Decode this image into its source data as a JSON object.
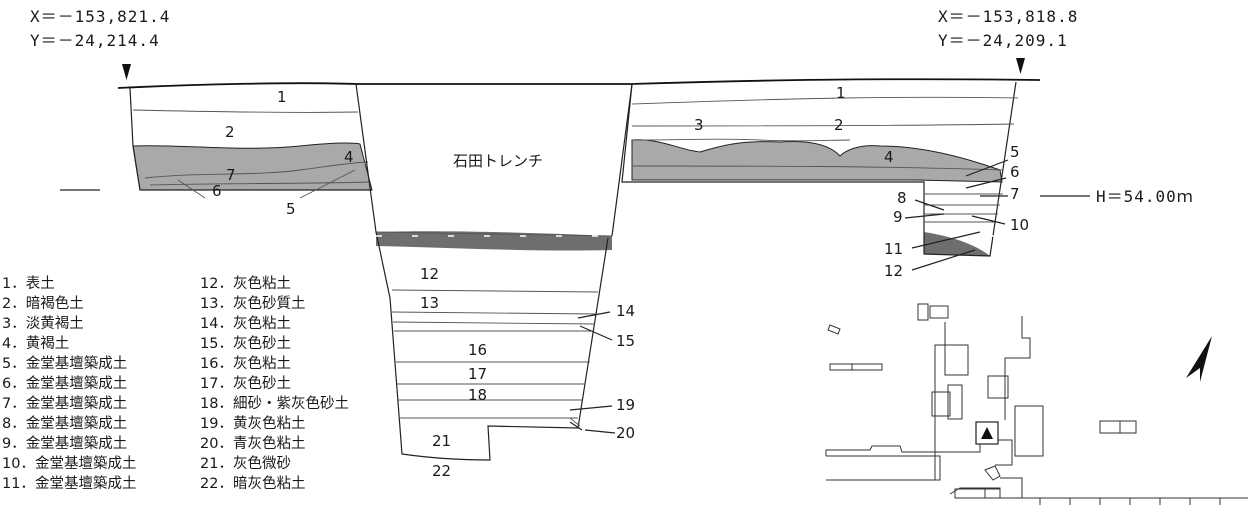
{
  "coords": {
    "left": {
      "x": "X＝－153,821.4",
      "y": "Y＝－24,214.4"
    },
    "right": {
      "x": "X＝－153,818.8",
      "y": "Y＝－24,209.1"
    }
  },
  "elevation_label": "H＝54.00ｍ",
  "trench_label": "石田トレンチ",
  "layer_numbers": {
    "l1a": "1",
    "l2a": "2",
    "l4a": "4",
    "l7a": "7",
    "l6a": "6",
    "l5a": "5",
    "l1b": "1",
    "l3b": "3",
    "l2b": "2",
    "l4b": "4",
    "l5b": "5",
    "l6b": "6",
    "l7b": "7",
    "l8b": "8",
    "l9b": "9",
    "l10b": "10",
    "l11b": "11",
    "l12b": "12",
    "l12c": "12",
    "l13c": "13",
    "l14c": "14",
    "l15c": "15",
    "l16c": "16",
    "l17c": "17",
    "l18c": "18",
    "l19c": "19",
    "l20c": "20",
    "l21c": "21",
    "l22c": "22"
  },
  "legend_left": [
    " 1．表土",
    " 2．暗褐色土",
    " 3．淡黄褐土",
    " 4．黄褐土",
    " 5．金堂基壇築成土",
    " 6．金堂基壇築成土",
    " 7．金堂基壇築成土",
    " 8．金堂基壇築成土",
    " 9．金堂基壇築成土",
    "10．金堂基壇築成土",
    "11．金堂基壇築成土"
  ],
  "legend_right": [
    "12．灰色粘土",
    "13．灰色砂質土",
    "14．灰色粘土",
    "15．灰色砂土",
    "16．灰色粘土",
    "17．灰色砂土",
    "18．細砂・紫灰色砂土",
    "19．黄灰色粘土",
    "20．青灰色粘土",
    "21．灰色微砂",
    "22．暗灰色粘土"
  ],
  "colors": {
    "shaded_layer": "#a9a9a9",
    "dark_layer": "#6e6e6e",
    "line": "#222222"
  },
  "icons": {
    "location_marker": "triangle",
    "north_arrow": "arrow-northeast"
  }
}
